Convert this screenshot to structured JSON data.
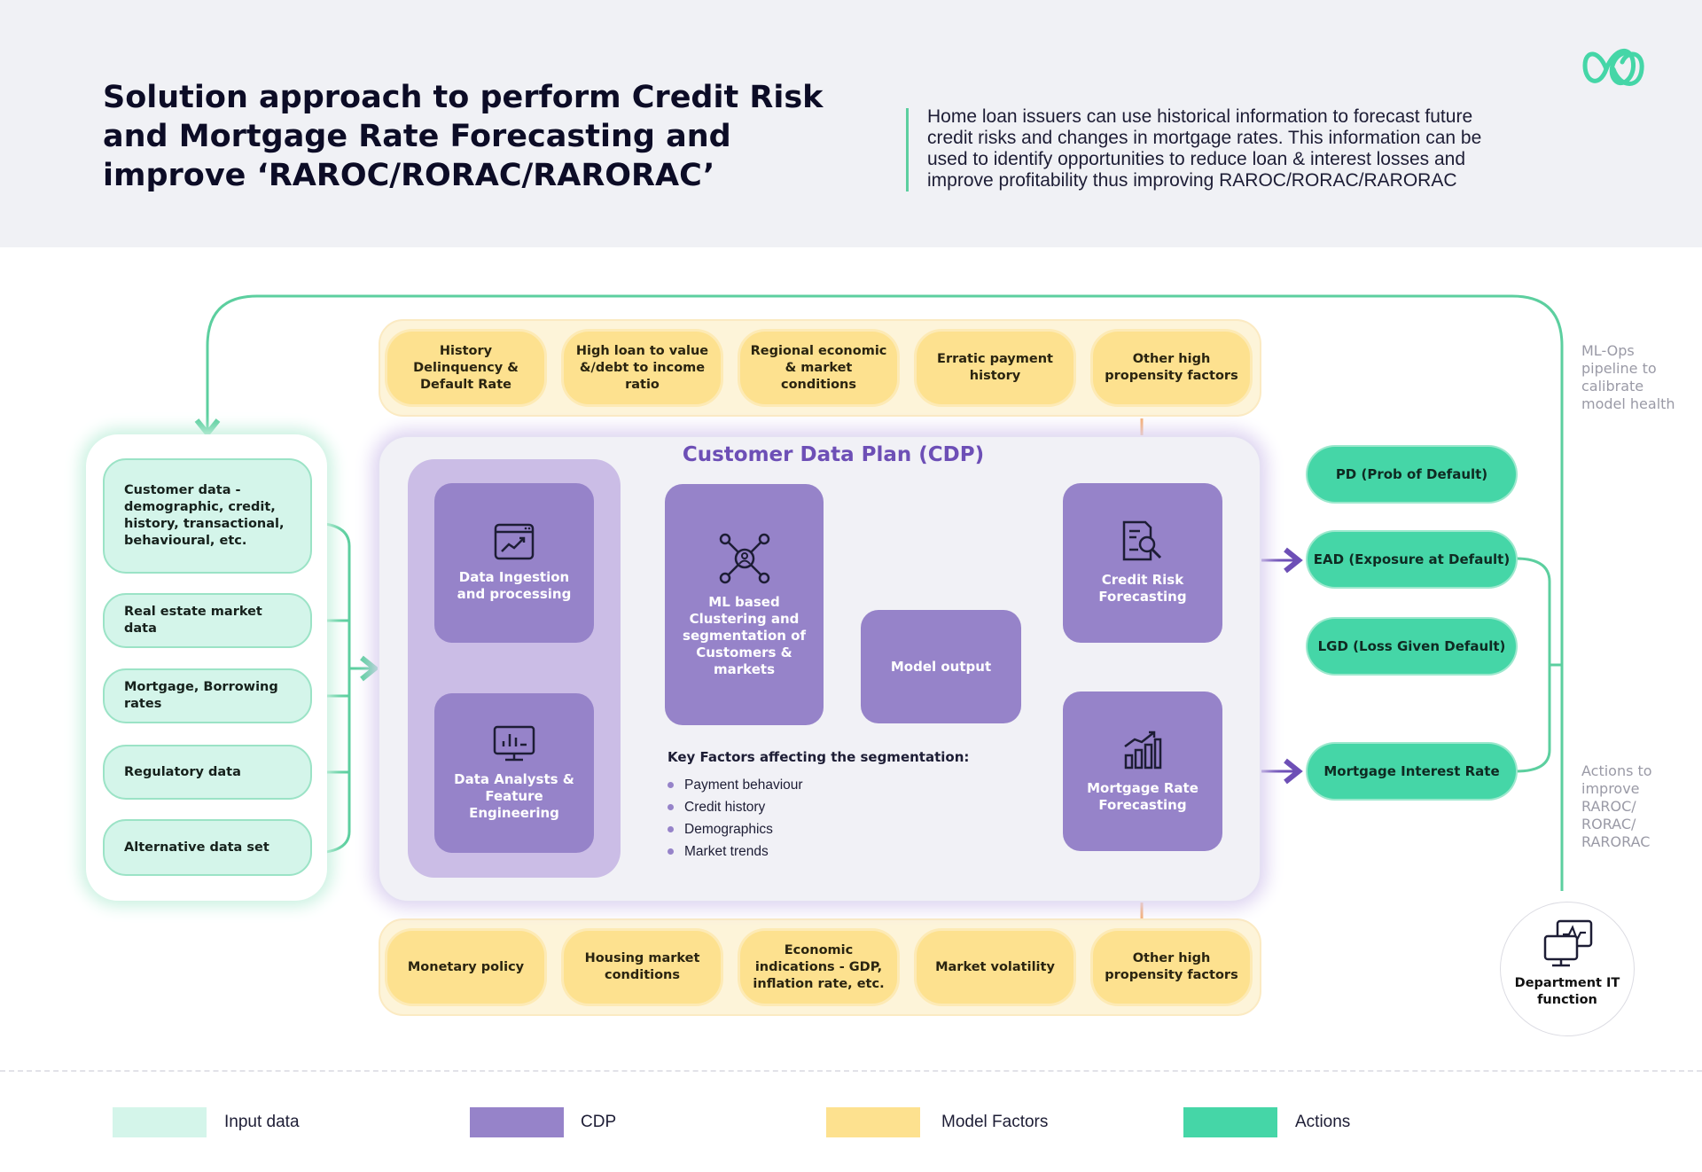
{
  "header": {
    "title": "Solution approach to perform Credit Risk and Mortgage Rate Forecasting and improve ‘RAROC/RORAC/RARORAC’",
    "description": "Home loan issuers can use historical information to forecast future credit risks and changes in mortgage rates. This information can be used to identify opportunities to reduce loan & interest losses and improve profitability thus improving RAROC/RORAC/RARORAC"
  },
  "top_factors": [
    "History Delinquency & Default Rate",
    "High loan to value &/debt to income ratio",
    "Regional economic & market conditions",
    "Erratic payment history",
    "Other high propensity factors"
  ],
  "bottom_factors": [
    "Monetary policy",
    "Housing market conditions",
    "Economic indications - GDP, inflation rate, etc.",
    "Market volatility",
    "Other high propensity factors"
  ],
  "inputs": [
    "Customer data - demographic, credit, history, transactional, behavioural, etc.",
    "Real estate market data",
    "Mortgage, Borrowing rates",
    "Regulatory data",
    "Alternative data set"
  ],
  "cdp": {
    "title": "Customer Data Plan (CDP)",
    "data_ingestion": "Data Ingestion and processing",
    "data_analysts": "Data Analysts & Feature Engineering",
    "ml_clustering": "ML based Clustering and segmentation of Customers & markets",
    "model_output": "Model output",
    "credit_risk": "Credit Risk Forecasting",
    "mortgage_rate": "Mortgage Rate Forecasting",
    "key_factors_title": "Key Factors affecting the segmentation:",
    "key_factors": [
      "Payment behaviour",
      "Credit history",
      "Demographics",
      "Market trends"
    ]
  },
  "actions": [
    "PD (Prob of Default)",
    "EAD (Exposure at Default)",
    "LGD (Loss Given Default)",
    "Mortgage Interest Rate"
  ],
  "side": {
    "mlops": "ML-Ops pipeline to calibrate model health",
    "actions_note": "Actions to improve RAROC/ RORAC/ RARORAC",
    "department": "Department IT function"
  },
  "legend": [
    {
      "label": "Input data",
      "color": "#d4f5ea"
    },
    {
      "label": "CDP",
      "color": "#9683c9"
    },
    {
      "label": "Model Factors",
      "color": "#fde18f"
    },
    {
      "label": "Actions",
      "color": "#45d6a7"
    }
  ],
  "colors": {
    "mint": "#d4f5ea",
    "purple": "#9683c9",
    "yellow": "#fde18f",
    "green": "#45d6a7",
    "connector_green": "#5ccf9f",
    "connector_purple": "#6d4fb6",
    "connector_orange": "#f6ad6f"
  },
  "icons": [
    "logo-icon",
    "chart-screen-icon",
    "network-icon",
    "analytics-monitor-icon",
    "document-search-icon",
    "bar-chart-icon",
    "it-monitor-icon"
  ]
}
